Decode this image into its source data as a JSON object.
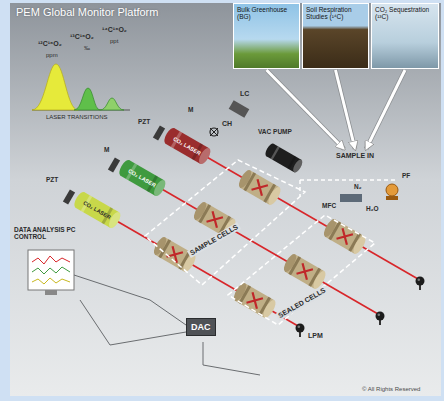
{
  "diagram": {
    "title": "PEM Global Monitor Platform",
    "nodes": [
      {
        "text": [
          "Bulk Greenhouse (BG)"
        ]
      },
      {
        "text": [
          "Soil Respiration Studies (¹⁴C)"
        ]
      },
      {
        "text": [
          "CO₂ Sequestration (¹³C)"
        ]
      },
      {
        "text": [
          "SAMPLE IN"
        ]
      },
      {
        "text": [
          "DAC"
        ]
      }
    ],
    "edges": [
      {
        "from": 0,
        "to": 3,
        "arrow": "to"
      },
      {
        "from": 1,
        "to": 3,
        "arrow": "to"
      },
      {
        "from": 2,
        "to": 3,
        "arrow": "to"
      }
    ],
    "labels": [
      "¹²C¹⁶O₂",
      "¹³C¹⁶O₂",
      "¹⁴C¹⁶O₂",
      "ppm",
      "‰",
      "ppt",
      "LASER TRANSITIONS",
      "PZT",
      "M",
      "PZT",
      "M",
      "LC",
      "CH",
      "CO₂ LASER",
      "CO₂ LASER",
      "CO₂ LASER",
      "VAC PUMP",
      "SAMPLE CELLS",
      "SEALED CELLS",
      "N₂",
      "MFC",
      "H₂O",
      "PF",
      "DATA ANALYSIS PC CONTROL",
      "LPM",
      "© All Rights Reserved"
    ]
  }
}
